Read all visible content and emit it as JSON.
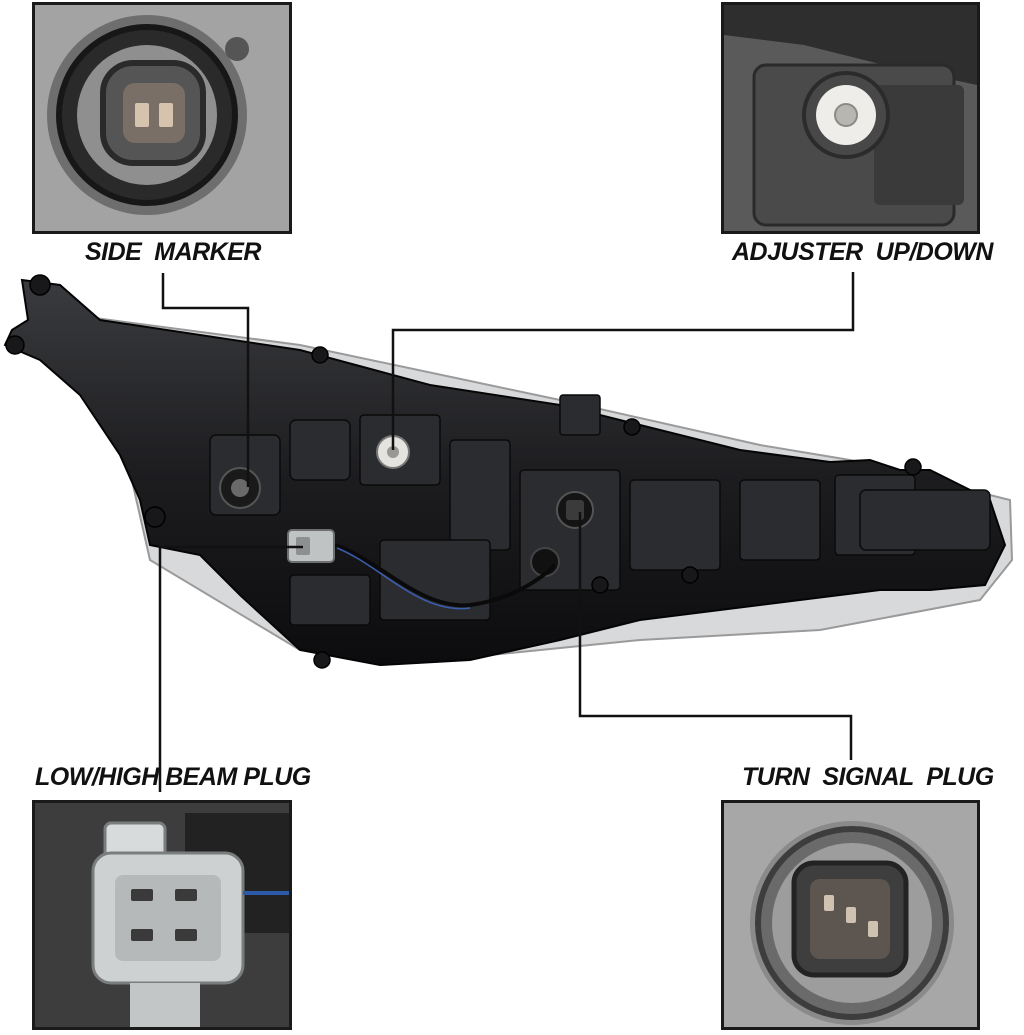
{
  "callouts": {
    "side_marker": "SIDE  MARKER",
    "adjuster": "ADJUSTER  UP/DOWN",
    "low_high_beam": "LOW/HIGH BEAM PLUG",
    "turn_signal": "TURN  SIGNAL  PLUG"
  },
  "colors": {
    "housing": "#1c1c1e",
    "housing_shadow": "#0e0e10",
    "connector_gray": "#bfc3c4",
    "leader_line": "#111111"
  }
}
